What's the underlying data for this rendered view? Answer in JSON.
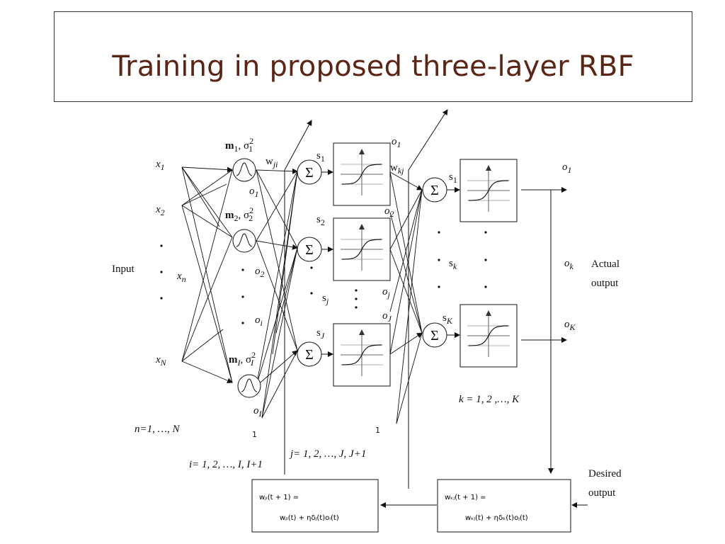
{
  "slide": {
    "title": "Training in proposed three-layer RBF"
  },
  "diagram": {
    "input_layer": {
      "label": "Input",
      "inputs": [
        "x₁",
        "x₂",
        "xₙ",
        "xₙ"
      ],
      "x1": "x",
      "x1_sub": "1",
      "x2": "x",
      "x2_sub": "2",
      "xn": "x",
      "xn_sub": "n",
      "xN": "x",
      "xN_sub": "N",
      "index": "n=1, …, N"
    },
    "rbf_layer": {
      "m1": "m",
      "m1_sub": "1",
      "sigma1": ", σ",
      "sigma1_sup": "2",
      "sigma1_sub": "1",
      "m2": "m",
      "m2_sub": "2",
      "sigma2": ", σ",
      "sigma2_sup": "2",
      "sigma2_sub": "2",
      "mI": "m",
      "mI_sub": "I",
      "sigmaI": ", σ",
      "sigmaI_sup": "2",
      "sigmaI_sub": "I",
      "o1": "o",
      "o1_sub": "1",
      "o2": "o",
      "o2_sub": "2",
      "oi": "o",
      "oi_sub": "i",
      "oI": "o",
      "oI_sub": "I",
      "bias": "1",
      "weight": "w",
      "weight_sub": "ji",
      "index": "i= 1, 2, …, I, I+1"
    },
    "hidden_layer": {
      "s1": "s",
      "s1_sub": "1",
      "s2": "s",
      "s2_sub": "2",
      "sj": "s",
      "sj_sub": "j",
      "sJ": "s",
      "sJ_sub": "J",
      "o1": "o",
      "o1_sub": "1",
      "o2": "o",
      "o2_sub": "2",
      "oj": "o",
      "oj_sub": "j",
      "oJ": "o",
      "oJ_sub": "J",
      "bias": "1",
      "weight": "w",
      "weight_sub": "kj",
      "index": "j= 1, 2, …, J, J+1",
      "sum_symbol": "Σ"
    },
    "output_layer": {
      "s1": "s",
      "s1_sub": "1",
      "sk": "s",
      "sk_sub": "k",
      "sK": "s",
      "sK_sub": "K",
      "o1": "o",
      "o1_sub": "1",
      "ok": "o",
      "ok_sub": "k",
      "oK": "o",
      "oK_sub": "K",
      "actual_output_line1": "Actual",
      "actual_output_line2": "output",
      "index": "k  = 1, 2 ,…, K"
    },
    "training": {
      "desired_line1": "Desired",
      "desired_line2": "output",
      "update_ji_line1": "wⱼᵢ(t + 1) =",
      "update_ji_line2": "wⱼᵢ(t) + ηδⱼ(t)oᵢ(t)",
      "update_kj_line1": "wₖⱼ(t + 1) =",
      "update_kj_line2": "wₖⱼ(t) + ηδₖ(t)oⱼ(t)"
    }
  }
}
